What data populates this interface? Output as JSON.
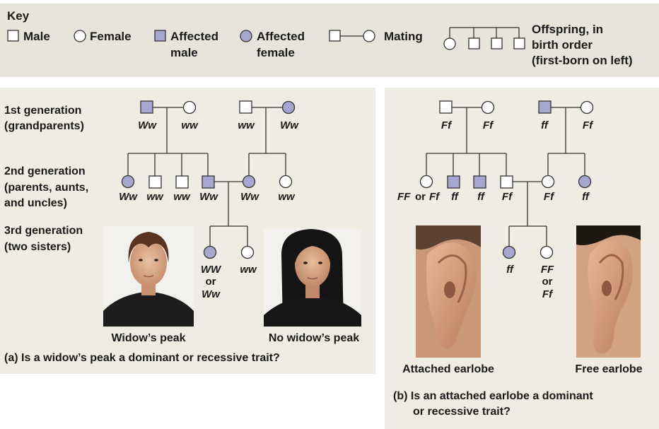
{
  "key": {
    "title": "Key",
    "male": "Male",
    "female": "Female",
    "affected_male_1": "Affected",
    "affected_male_2": "male",
    "affected_female_1": "Affected",
    "affected_female_2": "female",
    "mating": "Mating",
    "offspring_1": "Offspring, in",
    "offspring_2": "birth order",
    "offspring_3": "(first-born on left)"
  },
  "generations": {
    "gen1_a": "1st generation",
    "gen1_b": "(grandparents)",
    "gen2_a": "2nd generation",
    "gen2_b": "(parents, aunts,",
    "gen2_c": "and uncles)",
    "gen3_a": "3rd generation",
    "gen3_b": "(two sisters)"
  },
  "panel_a": {
    "gen1": [
      "Ww",
      "ww",
      "ww",
      "Ww"
    ],
    "gen2": [
      "Ww",
      "ww",
      "ww",
      "Ww",
      "Ww",
      "ww"
    ],
    "gen3_left_1": "WW",
    "gen3_left_2": "or",
    "gen3_left_3": "Ww",
    "gen3_right": "ww",
    "photo_left_caption": "Widow’s peak",
    "photo_right_caption": "No widow’s peak",
    "question": "(a) Is a widow’s peak a dominant or recessive trait?"
  },
  "panel_b": {
    "gen1": [
      "Ff",
      "Ff",
      "ff",
      "Ff"
    ],
    "gen2_first": "FF",
    "gen2_or": "or",
    "gen2_first_b": "Ff",
    "gen2": [
      "ff",
      "ff",
      "Ff",
      "Ff",
      "ff"
    ],
    "gen3_left": "ff",
    "gen3_right_1": "FF",
    "gen3_right_2": "or",
    "gen3_right_3": "Ff",
    "photo_left_caption": "Attached earlobe",
    "photo_right_caption": "Free earlobe",
    "question_1": "(b) Is an attached earlobe a dominant",
    "question_2": "or recessive trait?"
  },
  "colors": {
    "affected": "#a7a6cf",
    "panel_bg": "#eeece3",
    "key_bg": "#e7e5db"
  }
}
